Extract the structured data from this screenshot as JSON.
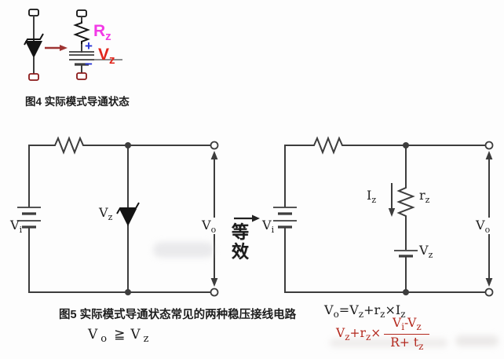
{
  "figure4": {
    "caption": "图4 实际模式导通状态",
    "labels": {
      "rz": {
        "main": "R",
        "sub": "z"
      },
      "plus": "+",
      "vz": {
        "main": "V",
        "sub": "z"
      },
      "minus": "−"
    }
  },
  "figure5": {
    "caption": "图5 实际模式导通状态常见的两种稳压接线电路",
    "equivalence": {
      "char1": "等",
      "char2": "效"
    },
    "left_circuit": {
      "vi": {
        "main": "V",
        "sub": "i"
      },
      "vz": {
        "main": "V",
        "sub": "z"
      },
      "vo": {
        "main": "V",
        "sub": "o"
      }
    },
    "right_circuit": {
      "vi": {
        "main": "V",
        "sub": "i"
      },
      "iz": {
        "main": "I",
        "sub": "z"
      },
      "rz": {
        "main": "r",
        "sub": "z"
      },
      "vz": {
        "main": "V",
        "sub": "z"
      },
      "vo": {
        "main": "V",
        "sub": "o"
      }
    }
  },
  "formulas": {
    "condition": {
      "t1": "V",
      "s1": "o",
      "op": "≧",
      "t2": "V",
      "s2": "z"
    },
    "vo_equation": {
      "t1": "V",
      "s1": "o",
      "t2": "=V",
      "s2": "z",
      "t3": "+r",
      "s3": "z",
      "t4": "×I",
      "s4": "z"
    },
    "iz_equation": {
      "t1": "V",
      "s1": "z",
      "t2": "+r",
      "s2": "z",
      "t3": "×",
      "num": {
        "t1": "V",
        "s1": "i",
        "t2": "-V",
        "s2": "z"
      },
      "den": {
        "t1": "R+ t",
        "s1": "z"
      }
    }
  },
  "colors": {
    "line_dark": "#3d3d3d",
    "symbol_black": "#141414",
    "rz_magenta": "#f23ae6",
    "vz_red": "#e1251b",
    "polarity_blue": "#2936d6",
    "arrow_red": "#9e3432",
    "formula_red": "#b3281d",
    "text_black": "#1d1d1d"
  }
}
